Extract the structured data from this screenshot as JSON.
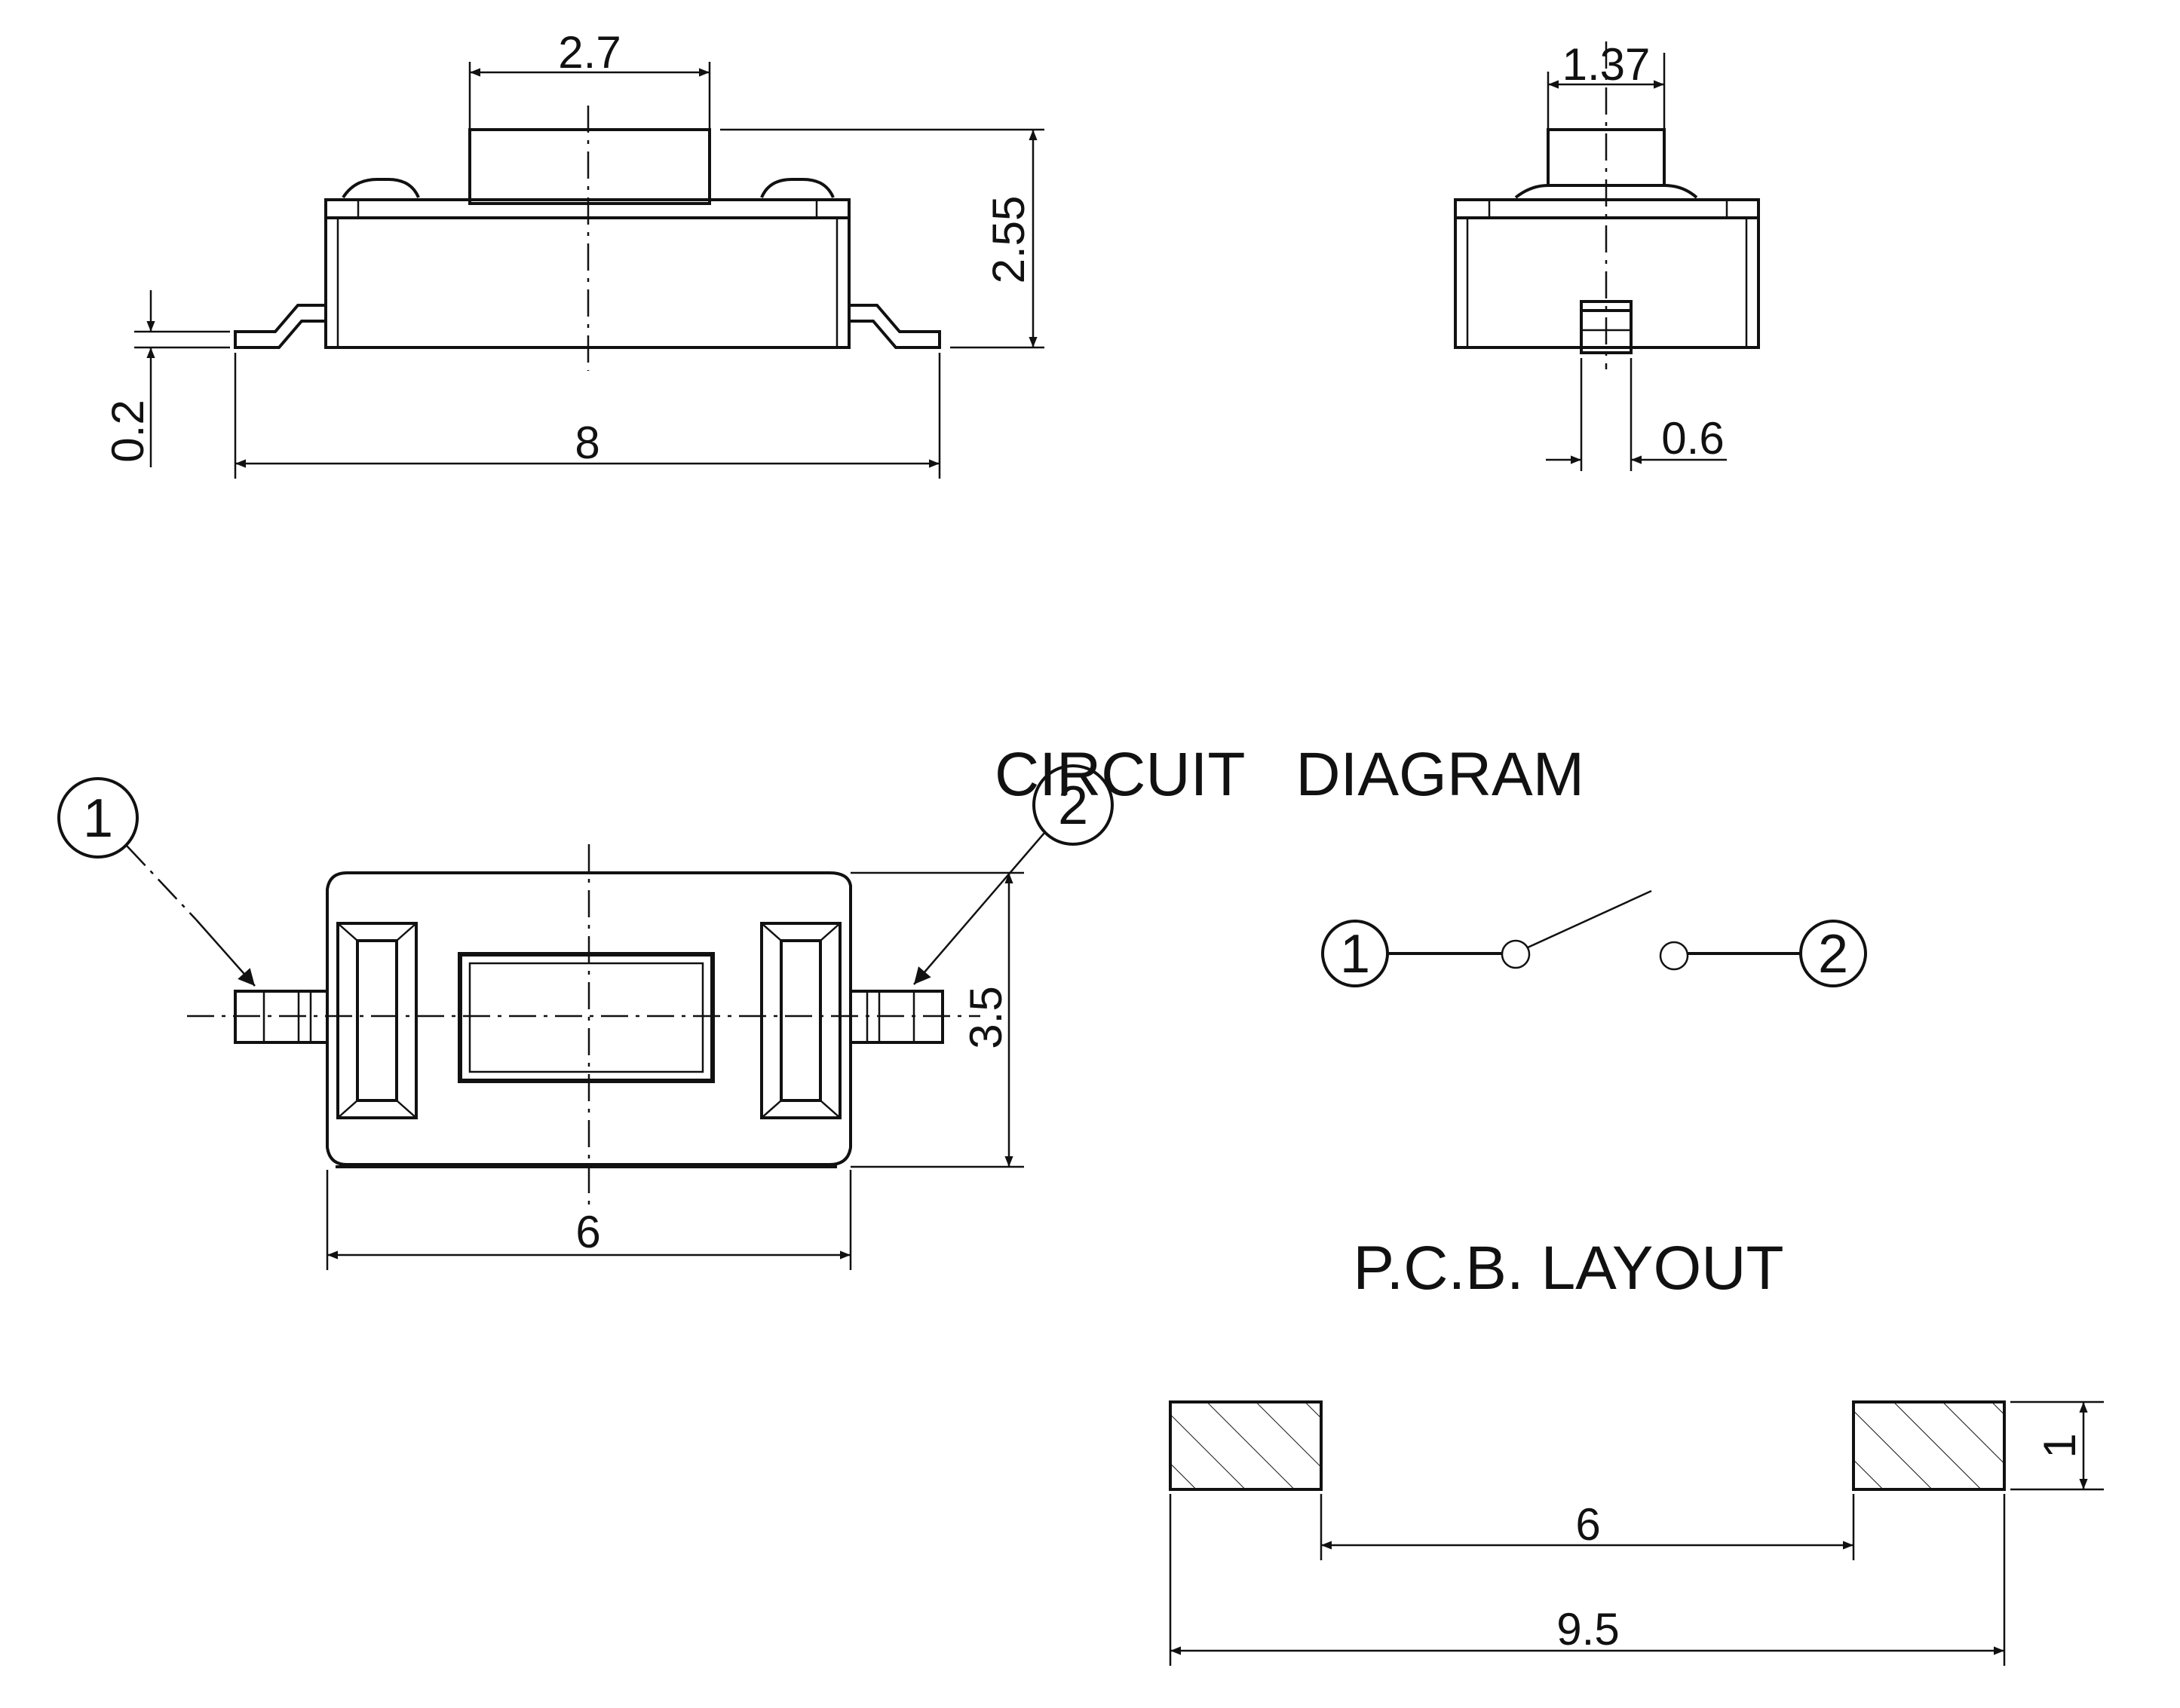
{
  "side_view": {
    "dims": {
      "button_width": "2.7",
      "height": "2.55",
      "lead_thickness": "0.2",
      "overall_length": "8"
    }
  },
  "end_view": {
    "dims": {
      "button_width": "1.37",
      "lead_width": "0.6"
    }
  },
  "top_view": {
    "pins": [
      "1",
      "2"
    ],
    "dims": {
      "body_width": "3.5",
      "body_length": "6"
    }
  },
  "circuit": {
    "title": "CIRCUIT   DIAGRAM",
    "pin_left": "1",
    "pin_right": "2"
  },
  "pcb": {
    "title": "P.C.B. LAYOUT",
    "dims": {
      "pad_height": "1",
      "pad_gap": "6",
      "overall": "9.5"
    }
  }
}
